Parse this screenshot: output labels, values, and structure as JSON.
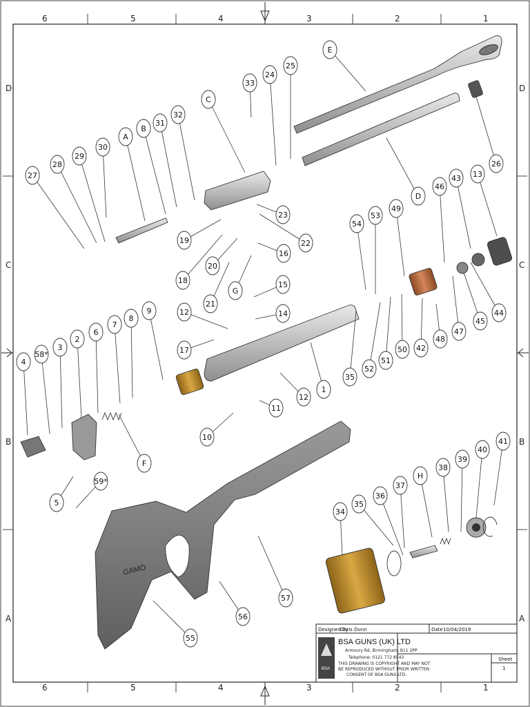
{
  "zones": {
    "columns": [
      "6",
      "5",
      "4",
      "3",
      "2",
      "1"
    ],
    "rows": [
      "D",
      "C",
      "B",
      "A"
    ]
  },
  "callouts": [
    "E",
    "25",
    "24",
    "33",
    "C",
    "26",
    "32",
    "31",
    "B",
    "A",
    "30",
    "29",
    "28",
    "27",
    "D",
    "23",
    "22",
    "19",
    "16",
    "18",
    "20",
    "G",
    "21",
    "15",
    "14",
    "12",
    "17",
    "54",
    "53",
    "49",
    "46",
    "43",
    "13",
    "44",
    "45",
    "47",
    "48",
    "42",
    "50",
    "51",
    "52",
    "35",
    "1",
    "12",
    "11",
    "10",
    "9",
    "8",
    "7",
    "6",
    "2",
    "3",
    "58*",
    "4",
    "F",
    "5",
    "59*",
    "41",
    "40",
    "39",
    "38",
    "H",
    "37",
    "36",
    "35",
    "34",
    "57",
    "56",
    "55"
  ],
  "title_block": {
    "designed_by_label": "Designed by",
    "designed_by": "Chris Dunn",
    "date_label": "Date",
    "date": "10/04/2019",
    "company": "BSA GUNS (UK) LTD",
    "address": "Armoury Rd, Birmingham, B11 2PP",
    "telephone": "Telephone: 0121 772 8543",
    "notice_1": "THIS DRAWING IS COPYRIGHT AND MAY NOT",
    "notice_2": "BE REPRODUCED WITHOUT PRIOR WRITTEN",
    "notice_3": "CONSENT OF BSA GUNS LTD.",
    "sheet_label": "Sheet",
    "sheet": "1",
    "logo_text": "BSA"
  },
  "stock_logo": "GAMO",
  "colors": {
    "bronze": "#b98a2a",
    "copper": "#b86a3a",
    "metal": "#bdbdbd",
    "dark": "#6f6f6f",
    "stock": "#7b7b7b"
  }
}
